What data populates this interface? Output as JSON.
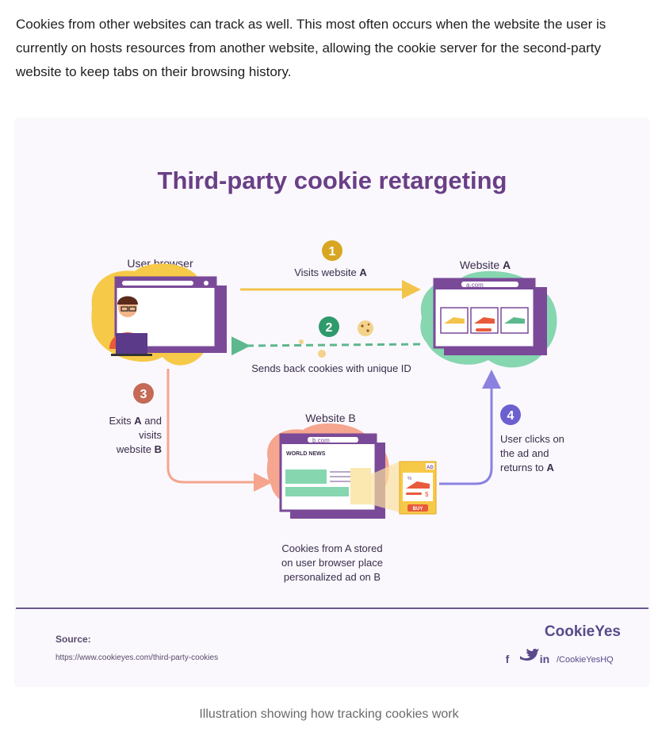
{
  "intro": "Cookies from other websites can track as well. This most often occurs when the website the user is currently on hosts resources from another website, allowing the cookie server for the second-party website to keep tabs on their browsing history.",
  "diagram": {
    "title": "Third-party cookie retargeting",
    "user_browser_label": "User browser",
    "website_a_label_pre": "Website ",
    "website_a_label_bold": "A",
    "website_b_label": "Website B",
    "url_a": "a.com",
    "url_b": "b.com",
    "world_news": "WORLD NEWS",
    "ad_badge": "AD",
    "buy_label": "BUY",
    "price_symbol": "$",
    "percent_symbol": "%",
    "steps": [
      {
        "number": "1",
        "color": "#d9a622",
        "lines": [
          {
            "pre": "Visits website ",
            "bold": "A"
          }
        ]
      },
      {
        "number": "2",
        "color": "#2f9a6b",
        "lines": [
          {
            "pre": "Sends back cookies with unique ID",
            "bold": ""
          }
        ]
      },
      {
        "number": "3",
        "color": "#c46a56",
        "lines": [
          {
            "pre": "Exits ",
            "bold": "A",
            "post": " and"
          },
          {
            "pre": "visits",
            "bold": ""
          },
          {
            "pre": "website ",
            "bold": "B"
          }
        ]
      },
      {
        "number": "4",
        "color": "#6c5fcf",
        "lines": [
          {
            "pre": "User clicks on",
            "bold": ""
          },
          {
            "pre": "the ad and",
            "bold": ""
          },
          {
            "pre": "returns to ",
            "bold": "A"
          }
        ]
      }
    ],
    "bottom_note": [
      "Cookies from A stored",
      "on user browser place",
      "personalized ad on B"
    ]
  },
  "footer": {
    "source_label": "Source:",
    "source_url": "https://www.cookieyes.com/third-party-cookies",
    "brand": "CookieYes",
    "social_handle": "/CookieYesHQ",
    "social_icons": [
      "facebook-icon",
      "twitter-icon",
      "linkedin-icon"
    ]
  },
  "caption": "Illustration showing how tracking cookies work",
  "colors": {
    "purple": "#6d3f8c",
    "title": "#6a3f86",
    "yellow": "#f7c948",
    "green": "#86d6b0",
    "salmon": "#f6a58f",
    "violet": "#8b82e0"
  }
}
